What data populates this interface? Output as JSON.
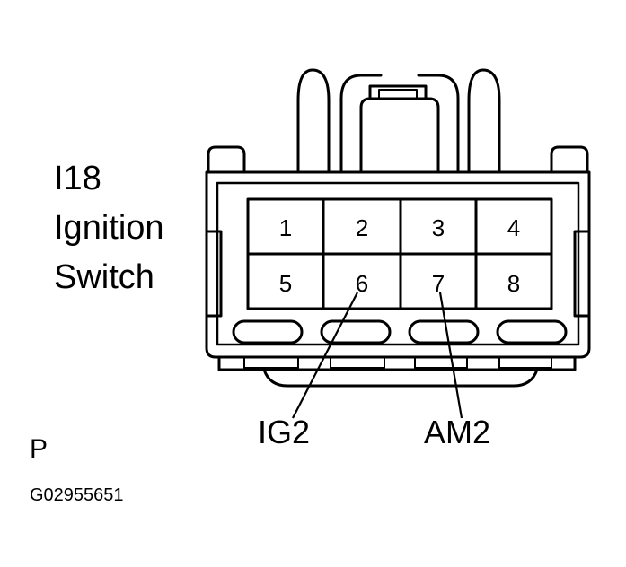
{
  "connector": {
    "id": "I18",
    "name": "Ignition",
    "type": "Switch"
  },
  "terminals": [
    {
      "number": "1"
    },
    {
      "number": "2"
    },
    {
      "number": "3"
    },
    {
      "number": "4"
    },
    {
      "number": "5"
    },
    {
      "number": "6"
    },
    {
      "number": "7"
    },
    {
      "number": "8"
    }
  ],
  "wires": [
    {
      "terminal": "6",
      "label": "IG2"
    },
    {
      "terminal": "7",
      "label": "AM2"
    }
  ],
  "footer": {
    "mark": "P",
    "code": "G02955651"
  }
}
